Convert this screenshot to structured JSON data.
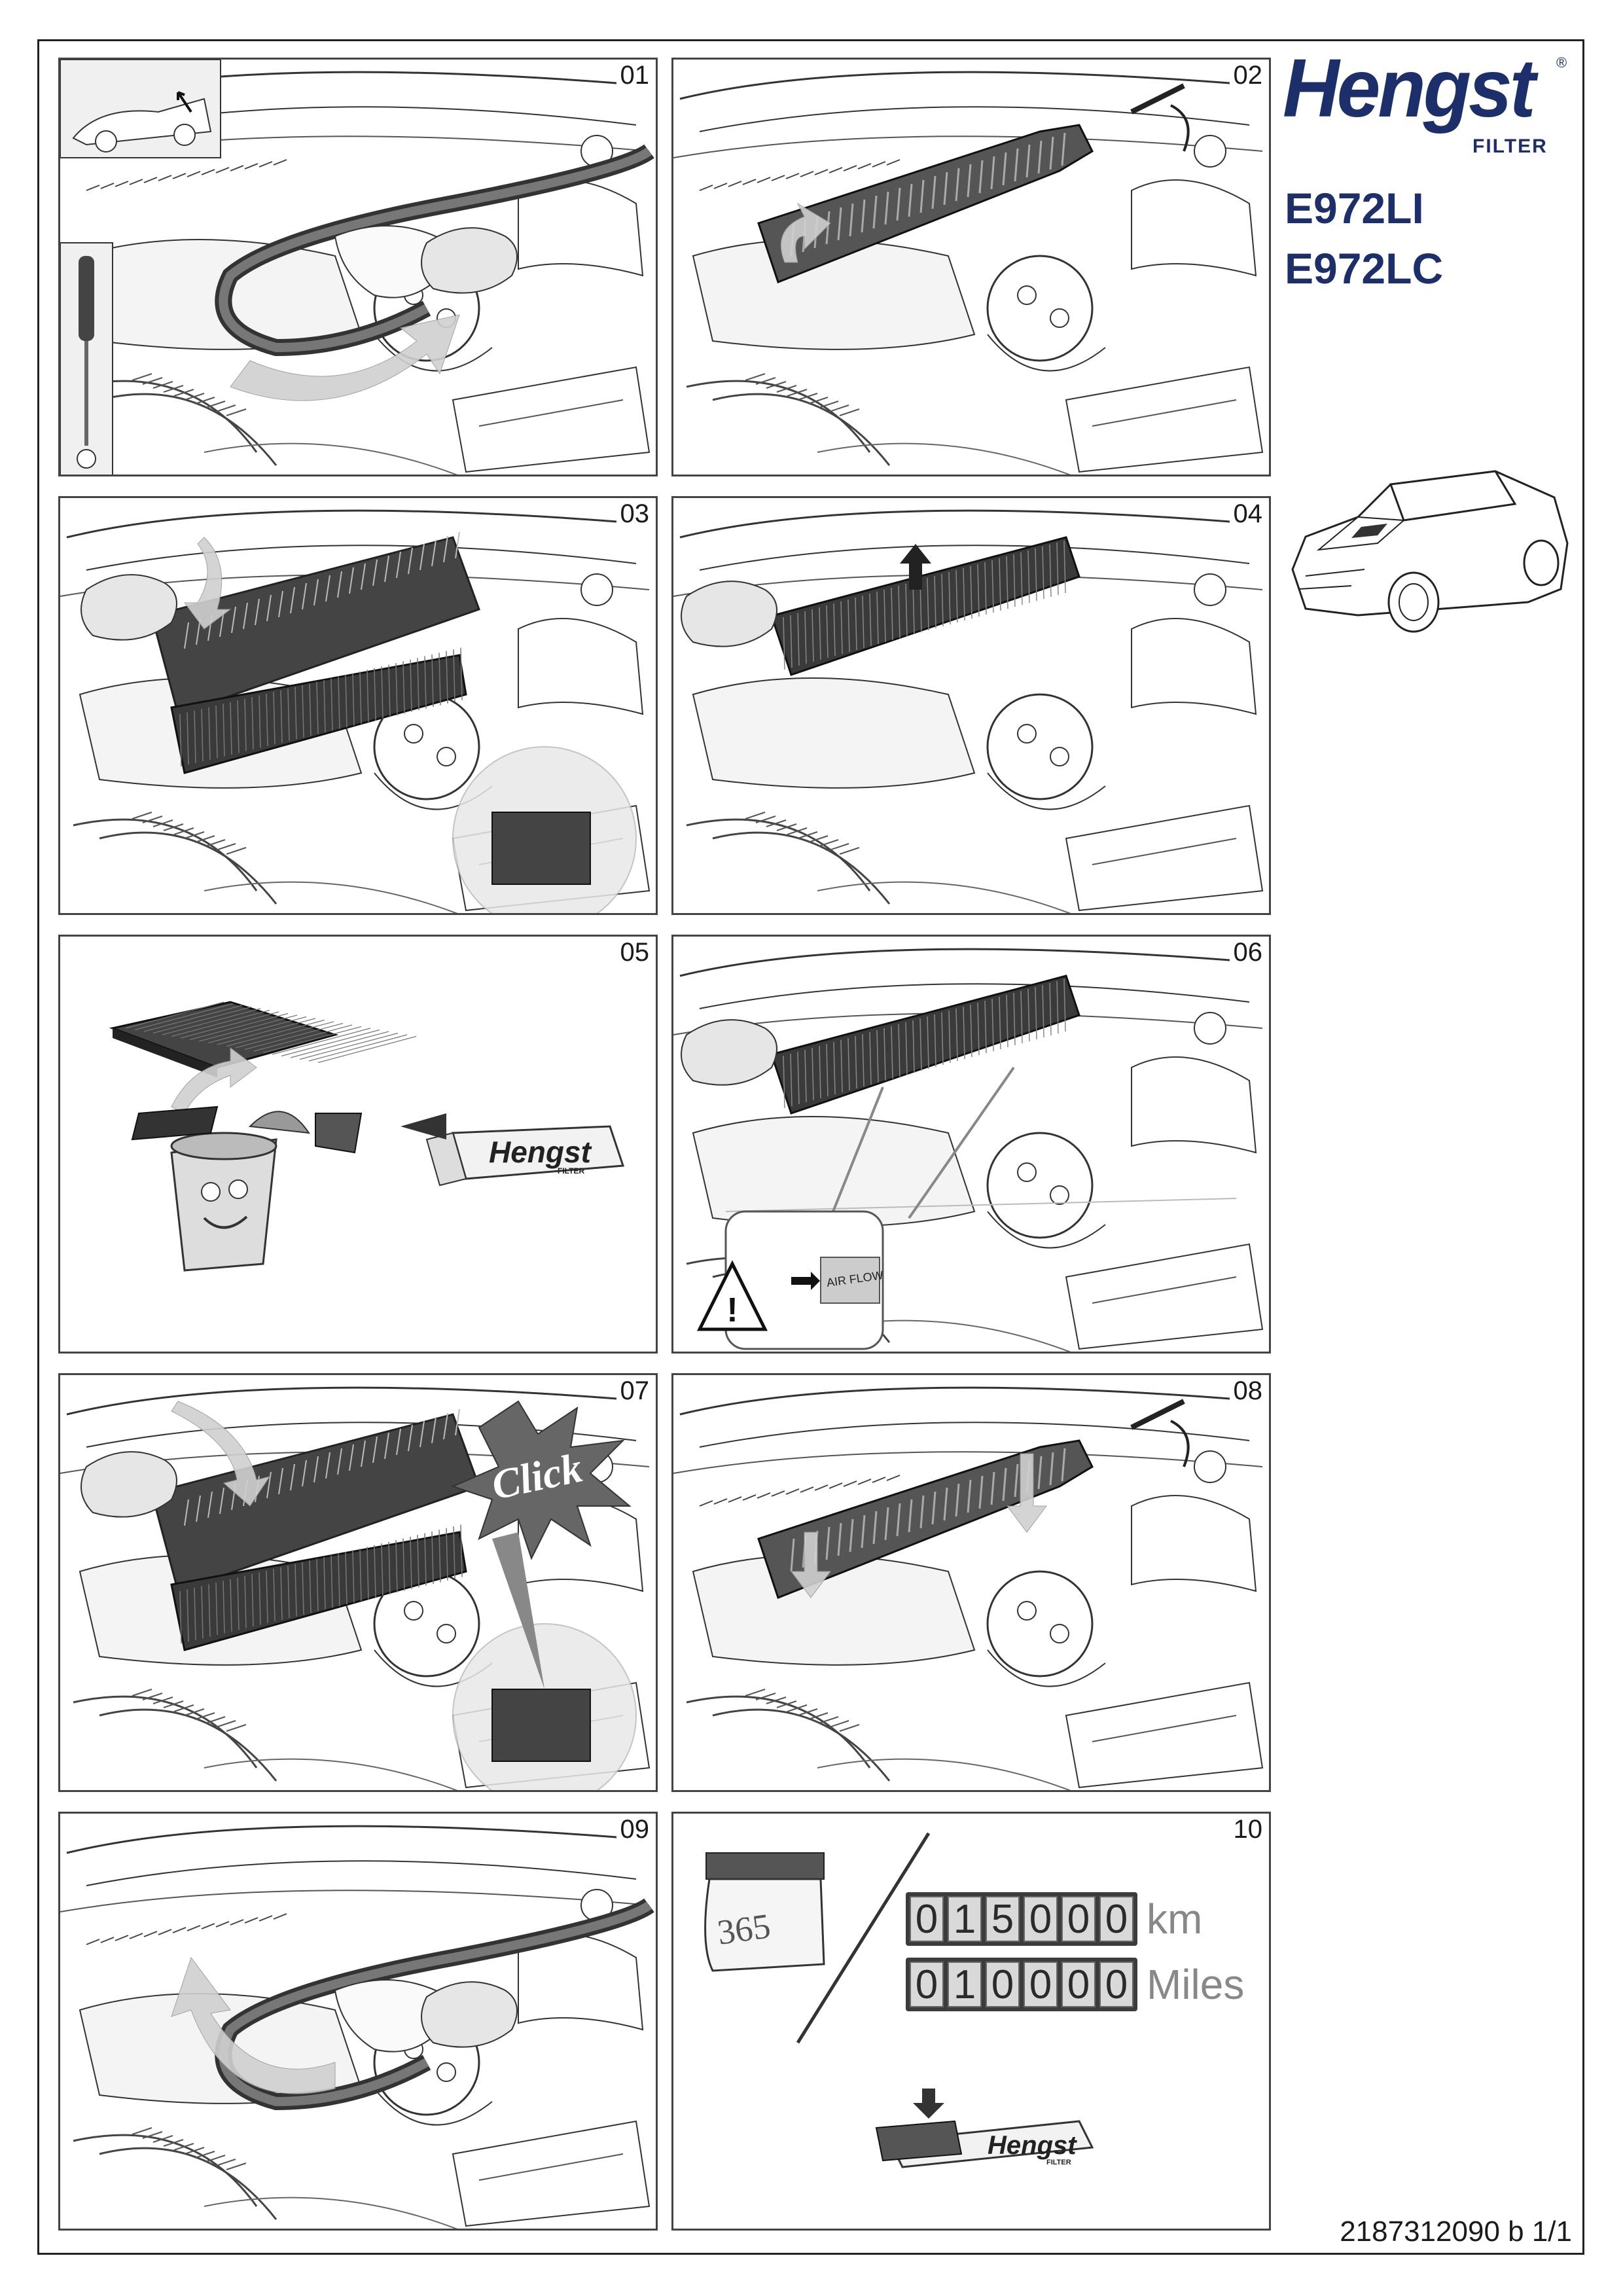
{
  "brand": {
    "logo_text": "Hengst",
    "registered_mark": "®",
    "logo_subtext": "FILTER",
    "color": "#1c2f6b"
  },
  "product_codes": [
    "E972LI",
    "E972LC"
  ],
  "panels": [
    {
      "number": "01"
    },
    {
      "number": "02"
    },
    {
      "number": "03"
    },
    {
      "number": "04"
    },
    {
      "number": "05"
    },
    {
      "number": "06"
    },
    {
      "number": "07"
    },
    {
      "number": "08"
    },
    {
      "number": "09"
    },
    {
      "number": "10"
    }
  ],
  "step05": {
    "box_logo_text": "Hengst",
    "box_logo_sub": "FILTER"
  },
  "step06": {
    "airflow_label": "AIR FLOW"
  },
  "step07": {
    "click_label": "Click"
  },
  "step10": {
    "calendar_days": "365",
    "odometer_km": {
      "digits": [
        "0",
        "1",
        "5",
        "0",
        "0",
        "0"
      ],
      "unit": "km"
    },
    "odometer_miles": {
      "digits": [
        "0",
        "1",
        "0",
        "0",
        "0",
        "0"
      ],
      "unit": "Miles"
    },
    "box_logo_text": "Hengst",
    "box_logo_sub": "FILTER"
  },
  "document_number": "2187312090 b 1/1"
}
